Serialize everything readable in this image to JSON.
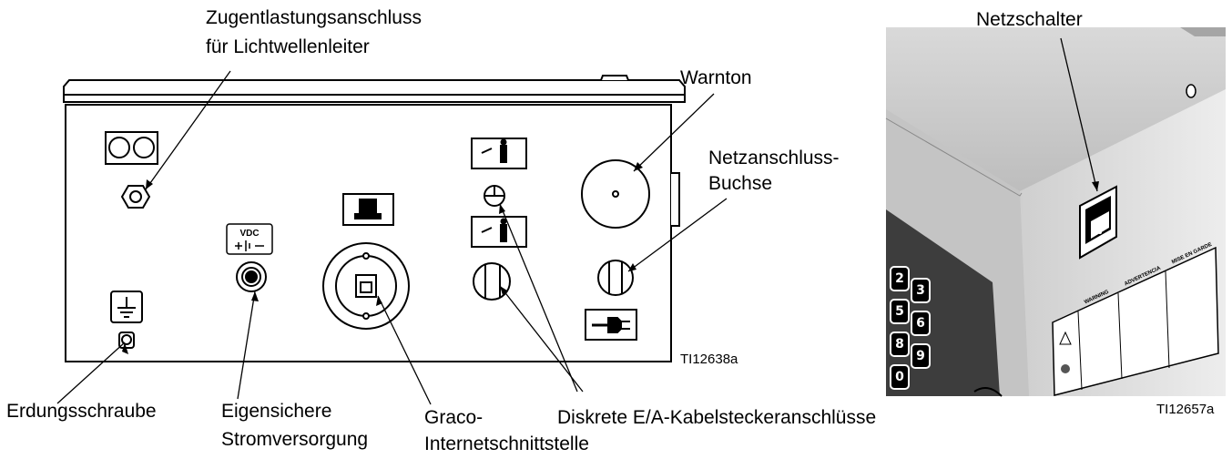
{
  "left_figure": {
    "labels": {
      "strain_relief_line1": "Zugentlastungsanschluss",
      "strain_relief_line2": "für Lichtwellenleiter",
      "alarm": "Warnton",
      "power_socket_line1": "Netzanschluss-",
      "power_socket_line2": "Buchse",
      "ground_screw": "Erdungsschraube",
      "power_supply_line1": "Eigensichere",
      "power_supply_line2": "Stromversorgung",
      "graco_line1": "Graco-",
      "graco_line2": "Internetschnittstelle",
      "discrete_io": "Diskrete E/A-Kabelsteckeranschlüsse"
    },
    "figure_id": "TI12638a",
    "vdc_label": "VDC"
  },
  "right_figure": {
    "labels": {
      "power_switch": "Netzschalter"
    },
    "figure_id": "TI12657a",
    "keypad_keys": [
      "2",
      "3",
      "5",
      "6",
      "8",
      "9",
      "0"
    ],
    "warning_headers": [
      "WARNING",
      "ADVERTENCIA",
      "MISE EN GARDE"
    ]
  }
}
